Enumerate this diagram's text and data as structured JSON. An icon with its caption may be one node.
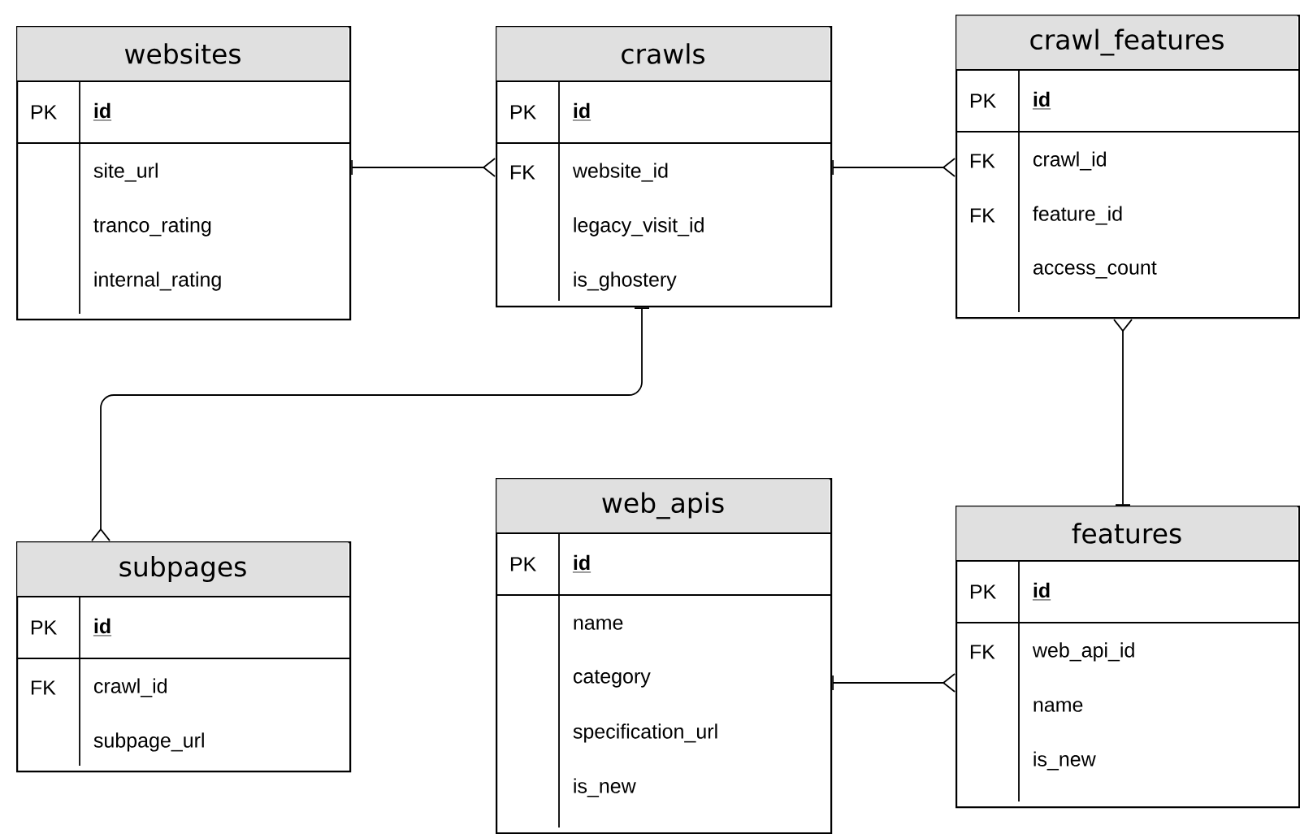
{
  "diagram": {
    "nodes": [
      {
        "text": [
          "websites",
          "PK",
          "id",
          "site_url",
          "tranco_rating",
          "internal_rating"
        ]
      },
      {
        "text": [
          "crawls",
          "PK",
          "id",
          "FK",
          "website_id",
          "legacy_visit_id",
          "is_ghostery"
        ]
      },
      {
        "text": [
          "crawl_features",
          "PK",
          "id",
          "FK",
          "crawl_id",
          "FK",
          "feature_id",
          "access_count"
        ]
      },
      {
        "text": [
          "subpages",
          "PK",
          "id",
          "FK",
          "crawl_id",
          "subpage_url"
        ]
      },
      {
        "text": [
          "web_apis",
          "PK",
          "id",
          "name",
          "category",
          "specification_url",
          "is_new"
        ]
      },
      {
        "text": [
          "features",
          "PK",
          "id",
          "FK",
          "web_api_id",
          "name",
          "is_new"
        ]
      }
    ],
    "edges": [
      {
        "from": 0,
        "to": 1,
        "arrow": "other"
      },
      {
        "from": 1,
        "to": 2,
        "arrow": "other"
      },
      {
        "from": 1,
        "to": 3,
        "arrow": "other"
      },
      {
        "from": 5,
        "to": 2,
        "arrow": "other"
      },
      {
        "from": 4,
        "to": 5,
        "arrow": "other"
      }
    ]
  }
}
